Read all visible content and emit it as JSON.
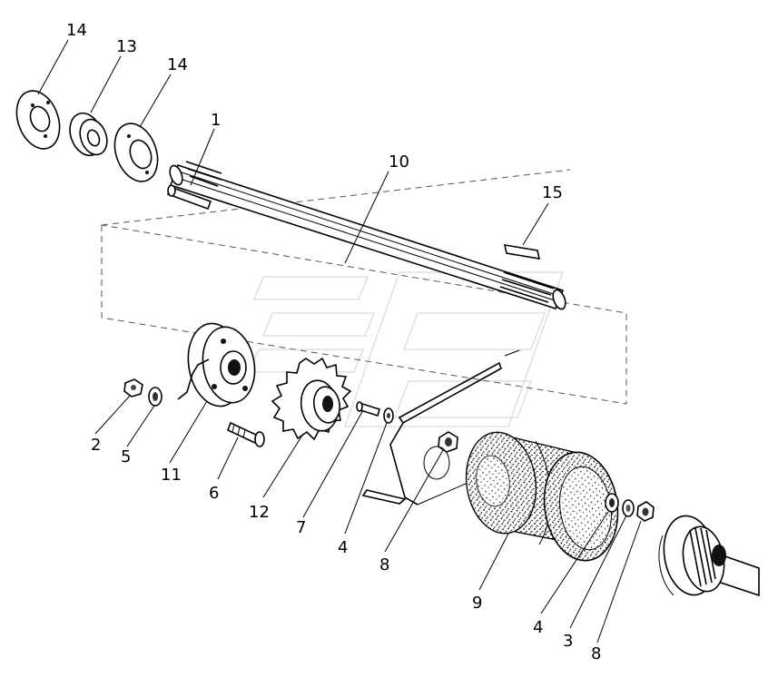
{
  "callouts": {
    "c14a": "14",
    "c13": "13",
    "c14b": "14",
    "c1": "1",
    "c10": "10",
    "c15": "15",
    "c2": "2",
    "c5": "5",
    "c11": "11",
    "c6": "6",
    "c12": "12",
    "c7": "7",
    "c4a": "4",
    "c8a": "8",
    "c9": "9",
    "c4b": "4",
    "c3": "3",
    "c8b": "8"
  }
}
